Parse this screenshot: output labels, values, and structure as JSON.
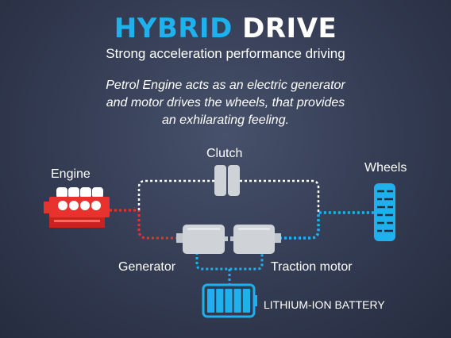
{
  "headline": {
    "part1": "HYBRID",
    "part2": "DRIVE"
  },
  "subheadline": "Strong acceleration performance driving",
  "description": {
    "line1": "Petrol Engine acts as an electric generator",
    "line2": "and motor drives the wheels, that provides",
    "line3": "an exhilarating feeling."
  },
  "labels": {
    "engine": "Engine",
    "clutch": "Clutch",
    "wheels": "Wheels",
    "generator": "Generator",
    "traction_motor": "Traction motor",
    "battery": "LITHIUM-ION BATTERY"
  },
  "battery_cells": 5,
  "colors": {
    "accent_blue": "#1fb0ee",
    "engine_red": "#e8322e",
    "path_white": "#ffffff",
    "component_grey": "#cfd3d8"
  }
}
